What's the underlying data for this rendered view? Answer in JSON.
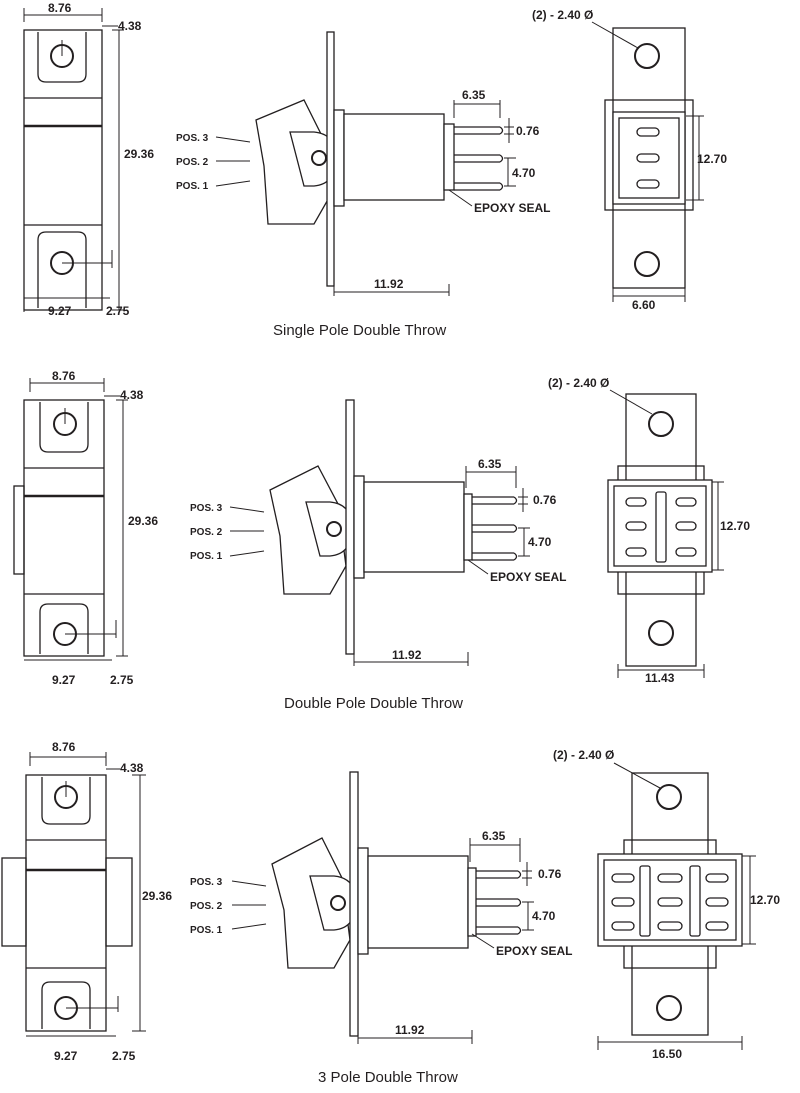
{
  "diagrams": [
    {
      "caption": "Single Pole Double Throw",
      "front": {
        "width_top": "8.76",
        "offset": "4.38",
        "height": "29.36",
        "width_bottom": "9.27",
        "base": "2.75"
      },
      "side": {
        "pos3": "POS. 3",
        "pos2": "POS. 2",
        "pos1": "POS. 1",
        "terminal_len": "6.35",
        "pin": "0.76",
        "pitch": "4.70",
        "seal": "EPOXY SEAL",
        "depth": "11.92"
      },
      "rear": {
        "hole": "(2) - 2.40 Ø",
        "height": "12.70",
        "width": "6.60"
      }
    },
    {
      "caption": "Double Pole Double Throw",
      "front": {
        "width_top": "8.76",
        "offset": "4.38",
        "height": "29.36",
        "width_bottom": "9.27",
        "base": "2.75"
      },
      "side": {
        "pos3": "POS. 3",
        "pos2": "POS. 2",
        "pos1": "POS. 1",
        "terminal_len": "6.35",
        "pin": "0.76",
        "pitch": "4.70",
        "seal": "EPOXY SEAL",
        "depth": "11.92"
      },
      "rear": {
        "hole": "(2) - 2.40 Ø",
        "height": "12.70",
        "width": "11.43"
      }
    },
    {
      "caption": "3 Pole Double Throw",
      "front": {
        "width_top": "8.76",
        "offset": "4.38",
        "height": "29.36",
        "width_bottom": "9.27",
        "base": "2.75"
      },
      "side": {
        "pos3": "POS. 3",
        "pos2": "POS. 2",
        "pos1": "POS. 1",
        "terminal_len": "6.35",
        "pin": "0.76",
        "pitch": "4.70",
        "seal": "EPOXY SEAL",
        "depth": "11.92"
      },
      "rear": {
        "hole": "(2) - 2.40 Ø",
        "height": "12.70",
        "width": "16.50"
      }
    }
  ]
}
